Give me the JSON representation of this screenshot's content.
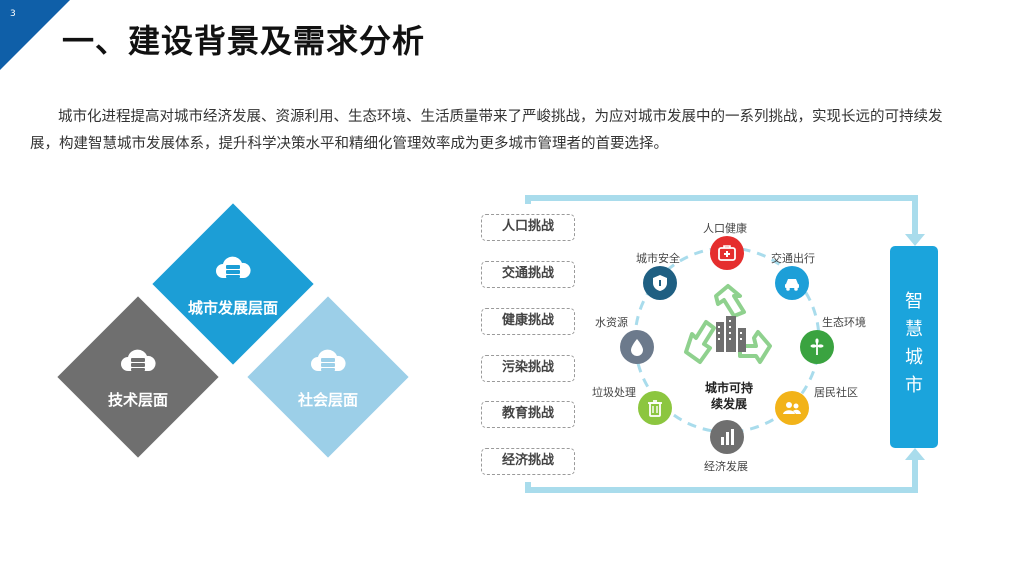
{
  "page": {
    "number": "3",
    "title": "一、建设背景及需求分析"
  },
  "intro": "城市化进程提高对城市经济发展、资源利用、生态环境、生活质量带来了严峻挑战，为应对城市发展中的一系列挑战，实现长远的可持续发展，构建智慧城市发展体系，提升科学决策水平和精细化管理效率成为更多城市管理者的首要选择。",
  "layers": [
    {
      "label": "城市发展层面",
      "color": "#1c9ed6",
      "icon": "cloud-server-icon"
    },
    {
      "label": "技术层面",
      "color": "#6f6f6f",
      "icon": "cloud-server-icon"
    },
    {
      "label": "社会层面",
      "color": "#9ccfe8",
      "icon": "cloud-server-icon"
    }
  ],
  "challenges": [
    "人口挑战",
    "交通挑战",
    "健康挑战",
    "污染挑战",
    "教育挑战",
    "经济挑战"
  ],
  "cycle": {
    "center": [
      "城市可持",
      "续发展"
    ],
    "nodes": [
      {
        "label": "人口健康",
        "color": "#e52e2e",
        "icon": "medical-kit-icon"
      },
      {
        "label": "交通出行",
        "color": "#1d9fd8",
        "icon": "car-icon"
      },
      {
        "label": "生态环境",
        "color": "#3aa340",
        "icon": "plant-icon"
      },
      {
        "label": "居民社区",
        "color": "#f2b319",
        "icon": "people-icon"
      },
      {
        "label": "经济发展",
        "color": "#6f6f6f",
        "icon": "chart-icon"
      },
      {
        "label": "垃圾处理",
        "color": "#8cc63f",
        "icon": "trash-icon"
      },
      {
        "label": "水资源",
        "color": "#6c7a8c",
        "icon": "water-drop-icon"
      },
      {
        "label": "城市安全",
        "color": "#1f5f82",
        "icon": "shield-icon"
      }
    ]
  },
  "smart_city": [
    "智",
    "慧",
    "城",
    "市"
  ],
  "colors": {
    "accent": "#0f5fa8",
    "frame": "#a9dcec",
    "recycle": "#8fd18e"
  }
}
